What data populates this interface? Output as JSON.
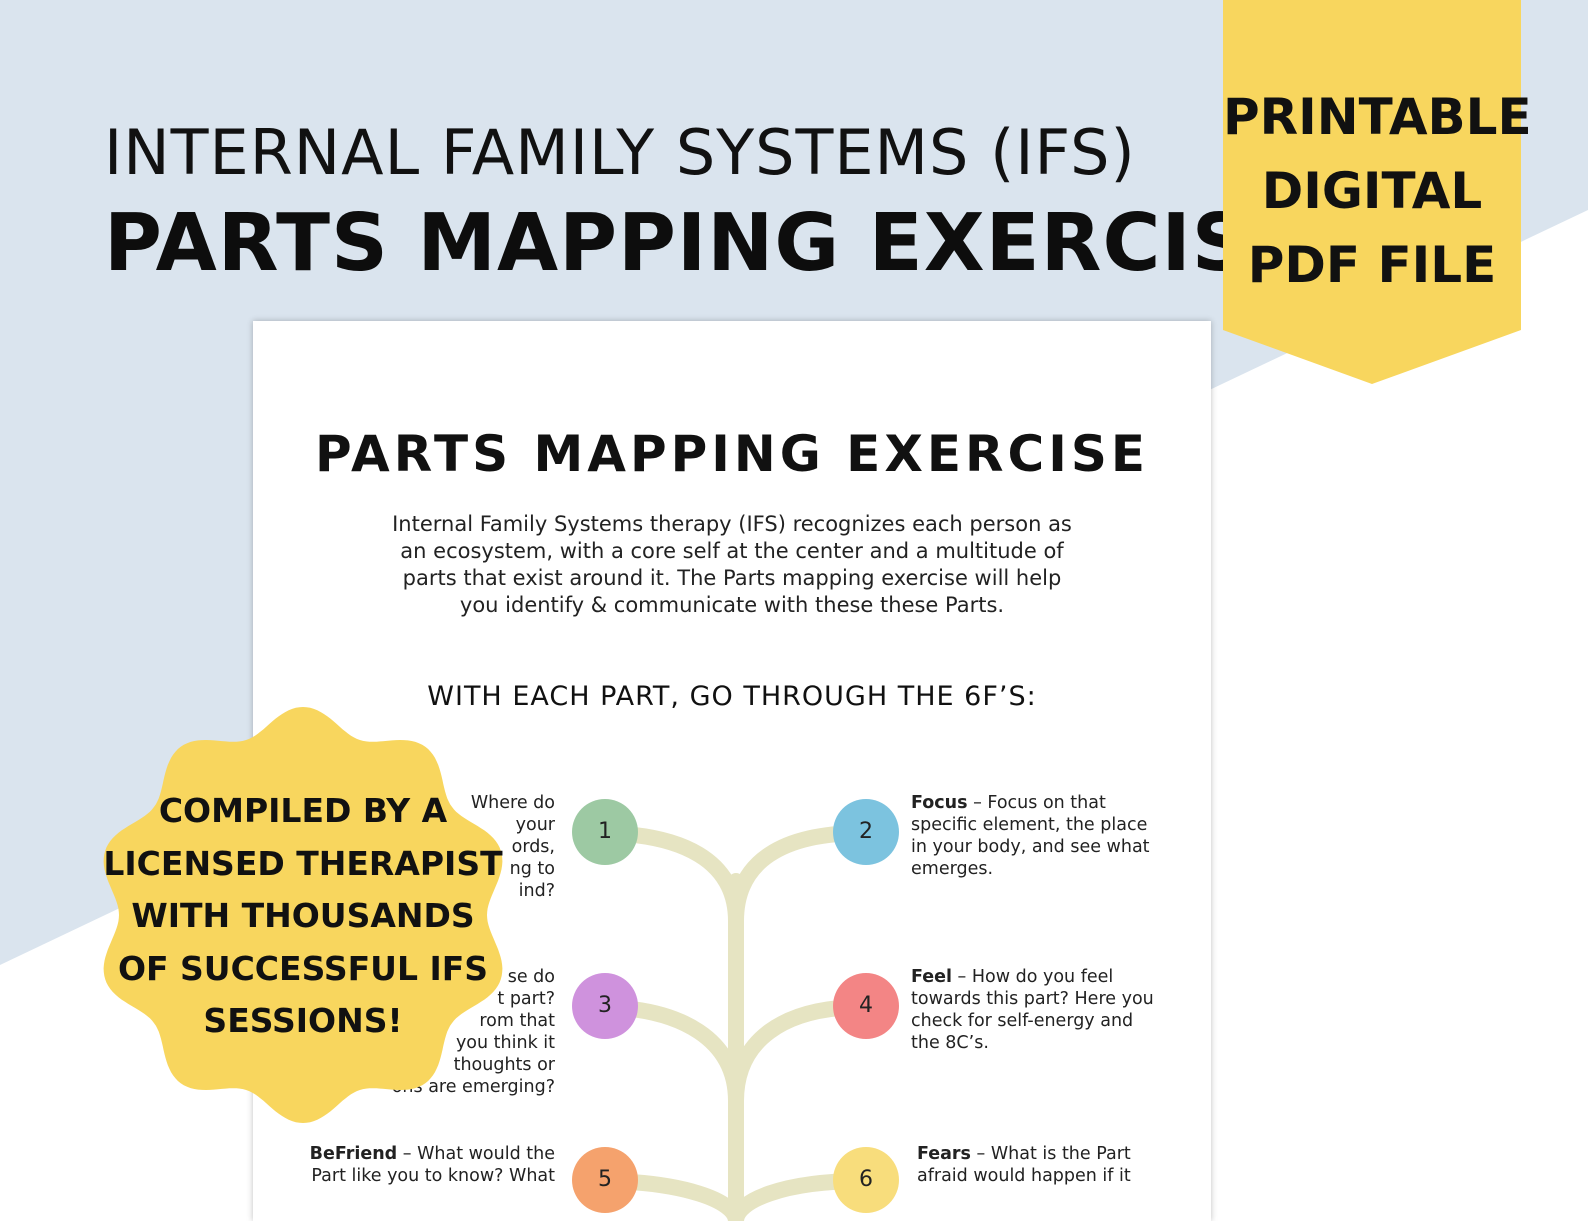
{
  "colors": {
    "background_blue": "#dae4ee",
    "accent_yellow": "#f8d65e",
    "tree_stem": "#e6e4c2",
    "step_colors": [
      "#9dc9a3",
      "#7cc3df",
      "#cf92dd",
      "#f38585",
      "#f5a26d",
      "#f8dd7c"
    ]
  },
  "header": {
    "line1": "INTERNAL FAMILY SYSTEMS (IFS)",
    "line2": "PARTS MAPPING EXERCISE"
  },
  "ribbon": {
    "lines": [
      "PRINTABLE",
      "DIGITAL",
      "PDF FILE"
    ]
  },
  "sheet": {
    "title": "PARTS MAPPING EXERCISE",
    "intro": [
      "Internal Family Systems therapy (IFS) recognizes each person as",
      "an ecosystem, with a core self at the center and a multitude of",
      "parts that exist around it. The Parts mapping exercise will help",
      "you identify & communicate with these these Parts."
    ],
    "subtitle": "WITH EACH PART, GO THROUGH THE 6F’S:",
    "steps": [
      {
        "number": "1",
        "term": "",
        "lines": [
          "Where do",
          "your",
          "ords,",
          "ng to",
          "ind?"
        ]
      },
      {
        "number": "2",
        "term": "Focus",
        "lines": [
          " – Focus on that",
          "specific element, the place",
          "in your body, and see what",
          "emerges."
        ]
      },
      {
        "number": "3",
        "term": "",
        "lines": [
          "se do",
          "t part?",
          "rom that",
          "you think it",
          "thoughts or",
          "ons are emerging?"
        ]
      },
      {
        "number": "4",
        "term": "Feel",
        "lines": [
          " – How do you feel",
          "towards this part? Here you",
          "check for self-energy and",
          "the 8C’s."
        ]
      },
      {
        "number": "5",
        "term": "BeFriend",
        "lines": [
          " – What would the",
          "Part like you to know? What"
        ]
      },
      {
        "number": "6",
        "term": "Fears",
        "lines": [
          " – What is the Part",
          "afraid would happen if it"
        ]
      }
    ]
  },
  "badge": {
    "lines": [
      "COMPILED BY A",
      "LICENSED THERAPIST",
      "WITH THOUSANDS",
      "OF SUCCESSFUL IFS",
      "SESSIONS!"
    ]
  }
}
